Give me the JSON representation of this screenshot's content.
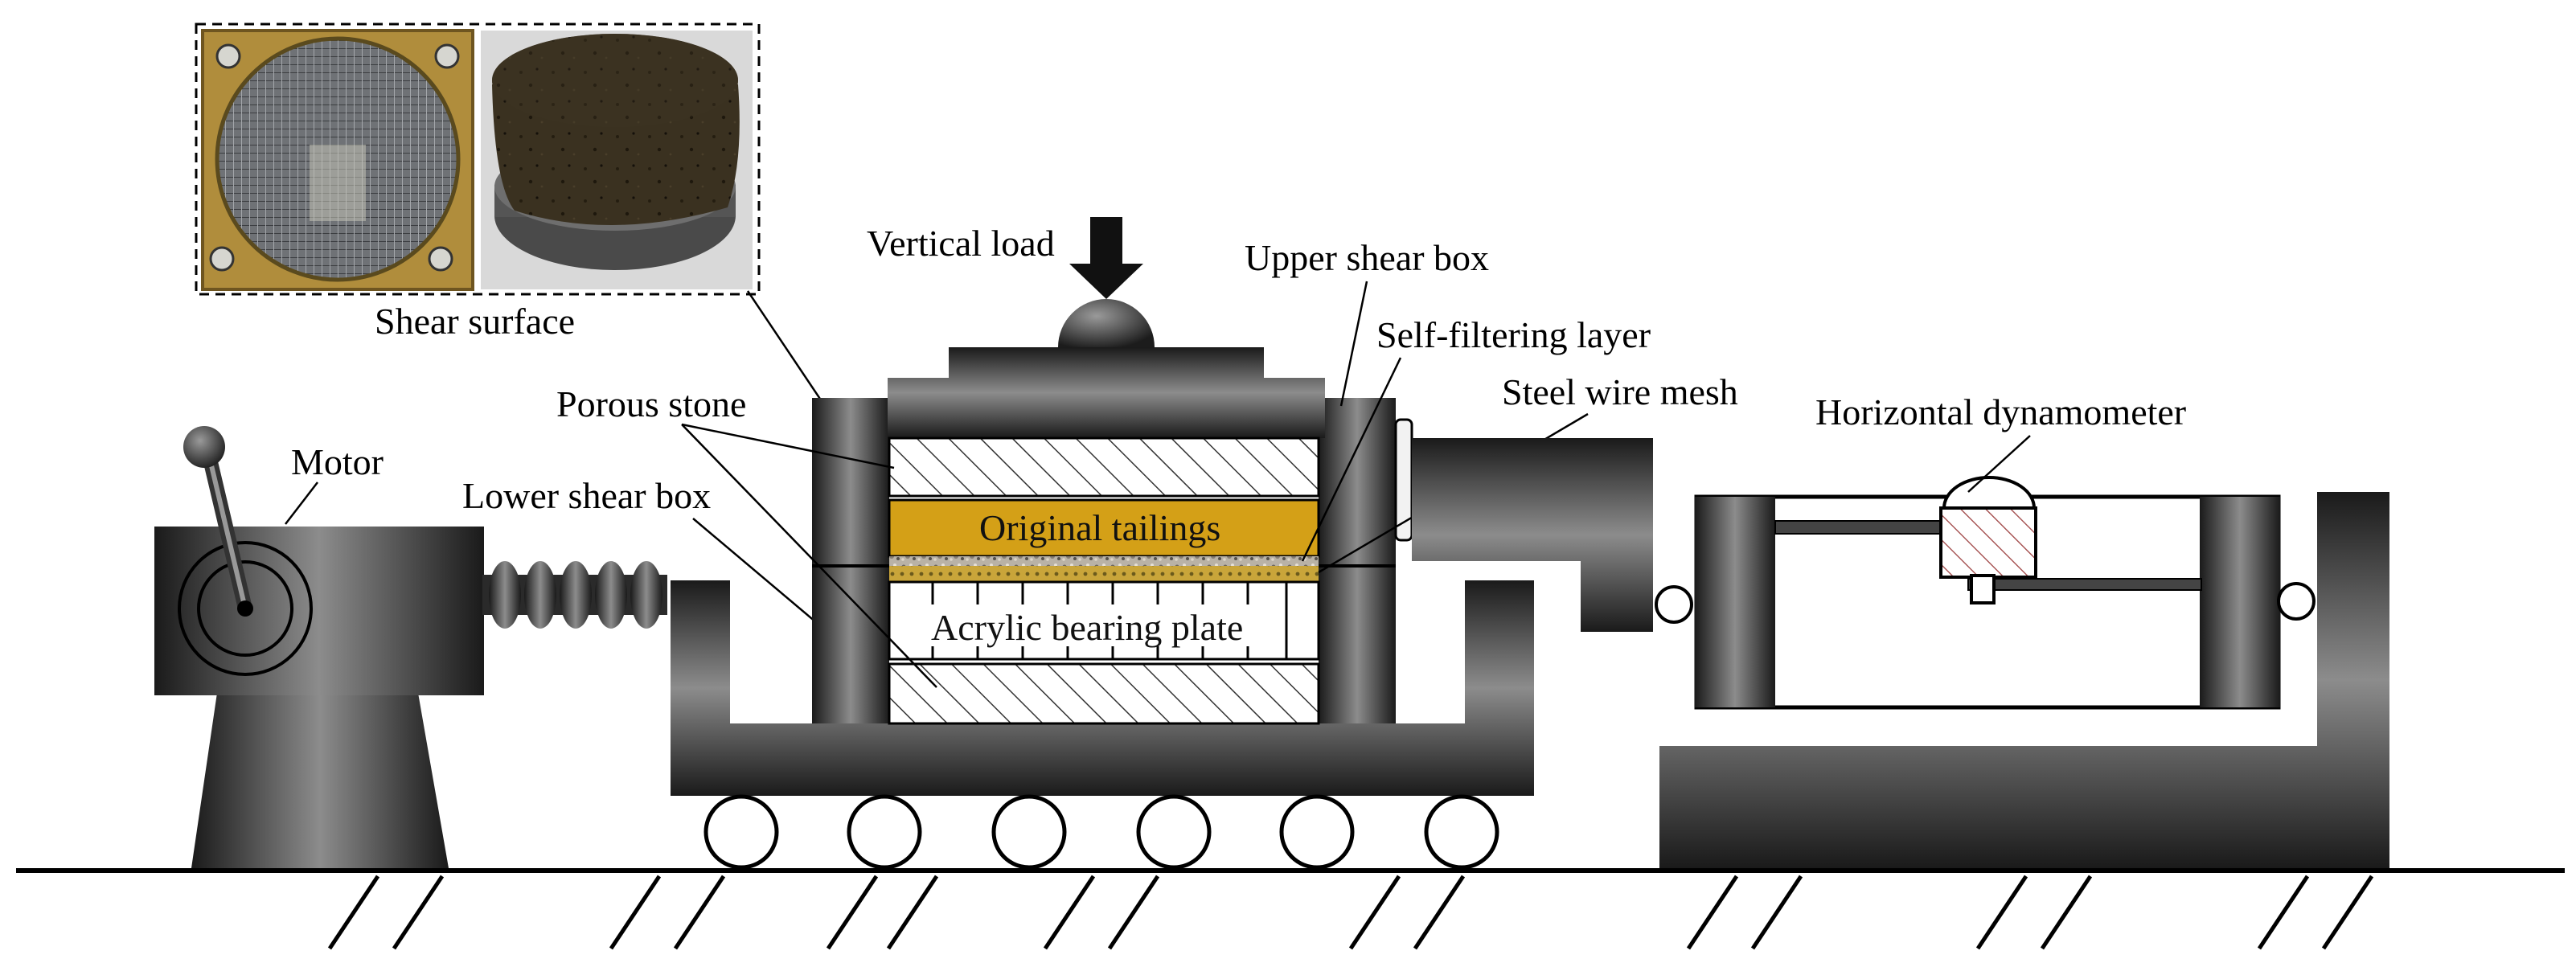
{
  "labels": {
    "shear_surface": "Shear surface",
    "vertical_load": "Vertical load",
    "upper_shear_box": "Upper shear box",
    "self_filtering_layer": "Self-filtering layer",
    "steel_wire_mesh": "Steel wire mesh",
    "horizontal_dynamometer": "Horizontal dynamometer",
    "porous_stone": "Porous stone",
    "motor": "Motor",
    "lower_shear_box": "Lower shear box",
    "original_tailings": "Original tailings",
    "acrylic_bearing_plate": "Acrylic bearing plate"
  },
  "colors": {
    "tailings": "#D4A017",
    "metal_dark": "#1e1e1e",
    "metal_light": "#8a8a8a",
    "brass": "#b08d3c",
    "ground": "#000000"
  },
  "icons": {
    "load_arrow": "down-arrow-icon",
    "photo_mesh": "wire-mesh-photo-icon",
    "photo_sample": "tailings-sample-photo-icon"
  }
}
